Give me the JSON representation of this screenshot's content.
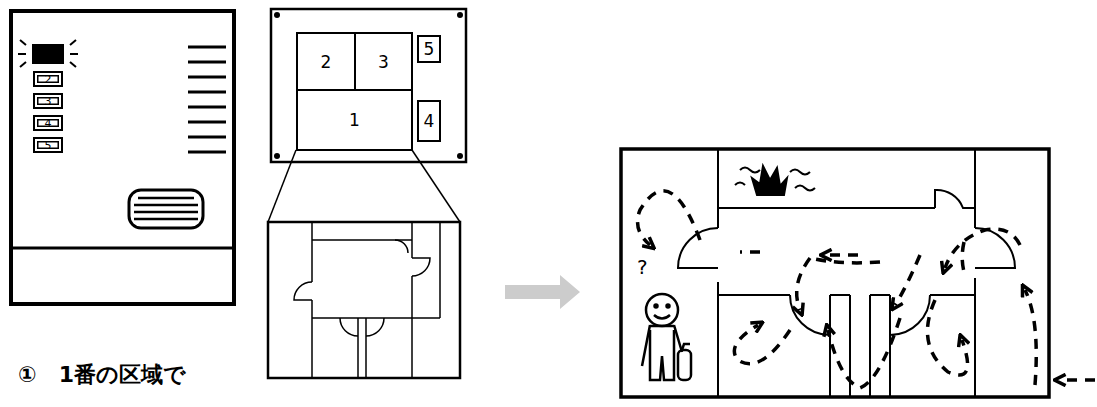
{
  "diagram": {
    "nodes": [
      {
        "text": [
          "2"
        ]
      },
      {
        "text": [
          "3"
        ]
      },
      {
        "text": [
          "4"
        ]
      },
      {
        "text": [
          "5"
        ]
      },
      {
        "text": [
          "2"
        ]
      },
      {
        "text": [
          "3"
        ]
      },
      {
        "text": [
          "5"
        ]
      },
      {
        "text": [
          "1"
        ]
      },
      {
        "text": [
          "4"
        ]
      }
    ],
    "labels": [
      "①　1番の区域で",
      "?"
    ]
  }
}
